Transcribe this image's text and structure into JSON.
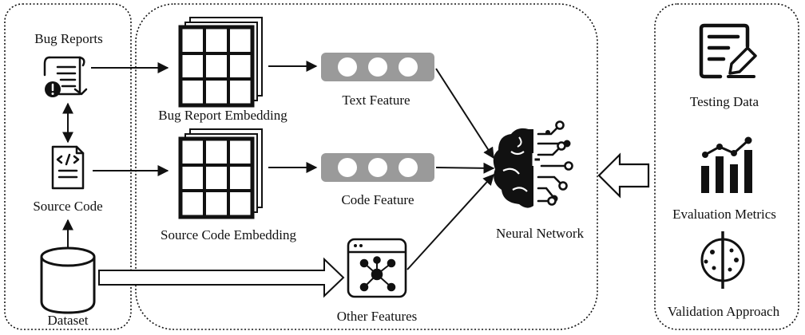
{
  "labels": {
    "bug_reports": "Bug Reports",
    "source_code": "Source Code",
    "dataset": "Dataset",
    "bug_report_embedding": "Bug Report Embedding",
    "source_code_embedding": "Source Code Embedding",
    "text_feature": "Text Feature",
    "code_feature": "Code Feature",
    "other_features": "Other Features",
    "neural_network": "Neural Network",
    "testing_data": "Testing Data",
    "evaluation_metrics": "Evaluation Metrics",
    "validation_approach": "Validation Approach"
  },
  "icons": {
    "bug_report": "scroll-with-warning-icon",
    "source_code": "code-file-icon",
    "dataset": "database-cylinder-icon",
    "embedding": "grid-matrix-icon",
    "feature_vector": "three-circle-vector-icon",
    "other_features": "network-window-icon",
    "neural_network": "brain-circuit-icon",
    "testing_data": "document-edit-icon",
    "evaluation_metrics": "bar-chart-icon",
    "validation_approach": "split-circle-icon"
  },
  "colors": {
    "stroke": "#111111",
    "vector_fill": "#9a9a9a"
  }
}
